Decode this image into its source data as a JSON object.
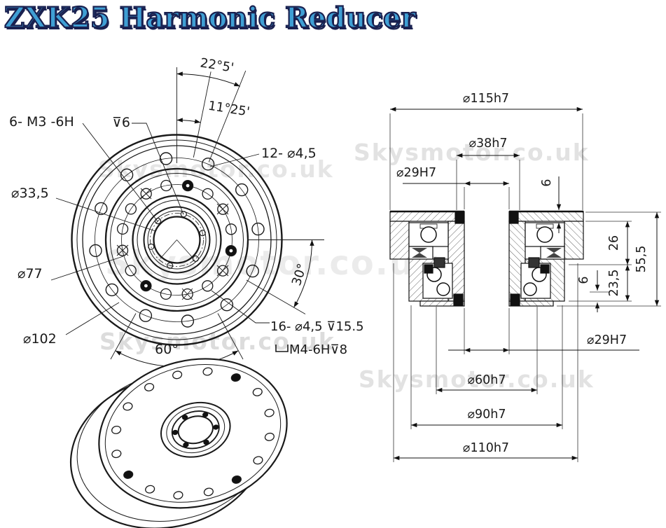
{
  "title": "ZXK25 Harmonic Reducer",
  "watermark": "Skysmotor.co.uk",
  "front": {
    "labels": {
      "thread6_m3": "6- M3 -6H",
      "depth6": "⊽6",
      "dia_33_5": "⌀33,5",
      "dia_77": "⌀77",
      "dia_102": "⌀102",
      "holes_12": "12- ⌀4,5",
      "angle_22_5": "22°5'",
      "angle_11_25": "11°25'",
      "angle_30": "30°",
      "angle_60": "60°",
      "holes_16": "16- ⌀4,5 ⊽15.5",
      "tap_m4": "M4-6H⊽8"
    }
  },
  "section": {
    "labels": {
      "dia_115": "⌀115h7",
      "dia_38": "⌀38h7",
      "dia_29_top": "⌀29H7",
      "depth_6_top": "6",
      "len_26": "26",
      "len_55_5": "55,5",
      "len_23_5": "23,5",
      "depth_6_bottom": "6",
      "dia_29_bottom": "⌀29H7",
      "dia_60": "⌀60h7",
      "dia_90": "⌀90h7",
      "dia_110": "⌀110h7"
    }
  }
}
